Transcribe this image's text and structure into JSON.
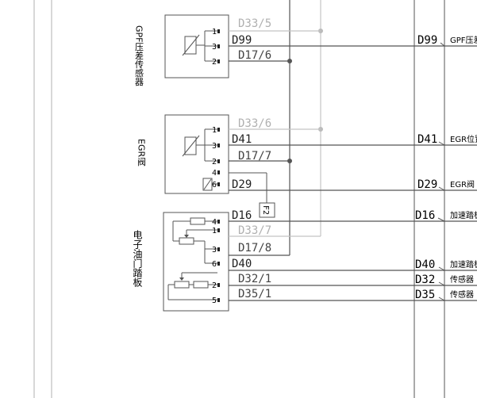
{
  "components": {
    "gpf_sensor": {
      "label": "GPF压差传感器"
    },
    "egr_valve": {
      "label": "EGR阀"
    },
    "pedal": {
      "label": "电子油门踏板"
    }
  },
  "wires": {
    "gpf": {
      "top": "D33/5",
      "sig": "D99",
      "gnd": "D17/6"
    },
    "egr": {
      "top": "D33/6",
      "sig": "D41",
      "gnd": "D17/7",
      "motor": "D29"
    },
    "pedal": {
      "w1": "D16",
      "w2": "D33/7",
      "w3": "D17/8",
      "w4": "D40",
      "w5": "D32/1",
      "w6": "D35/1"
    }
  },
  "pins": {
    "gpf": [
      "1",
      "3",
      "2"
    ],
    "egr": [
      "1",
      "3",
      "2",
      "4",
      "6"
    ],
    "pedal": [
      "4",
      "1",
      "3",
      "6",
      "2",
      "5"
    ]
  },
  "fuse_label": "F2",
  "right": {
    "connectors": [
      "D99",
      "D41",
      "D29",
      "D16",
      "D40",
      "D32",
      "D35"
    ],
    "labels": [
      "GPF压差",
      "EGR位置",
      "EGR阀",
      "加速踏板",
      "加速踏板",
      "传感器",
      "传感器"
    ]
  }
}
